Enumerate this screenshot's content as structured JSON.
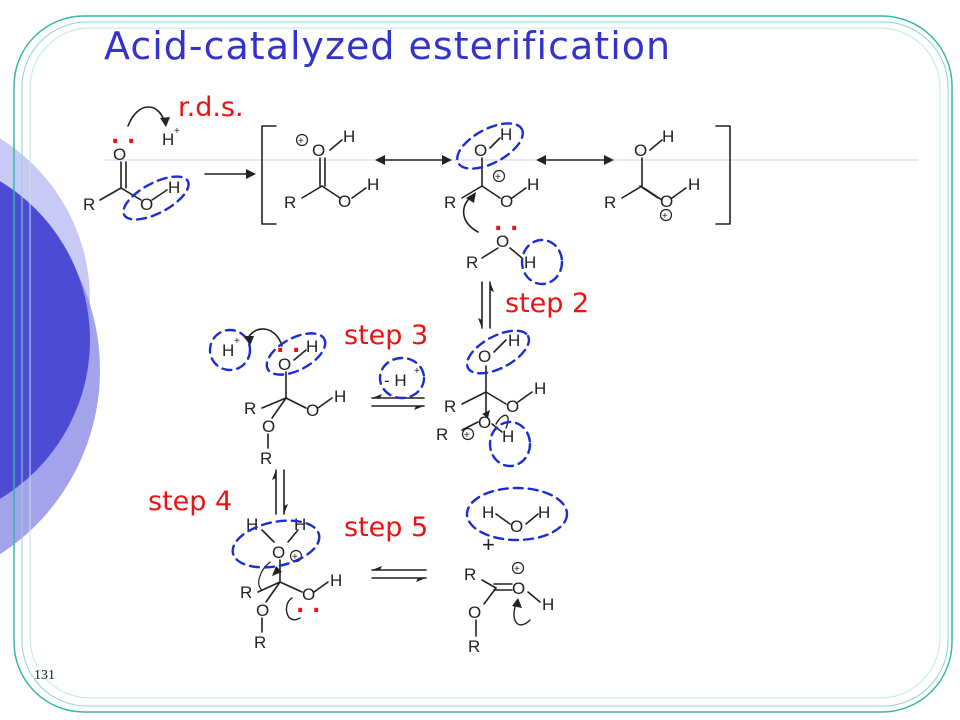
{
  "slide": {
    "title": "Acid-catalyzed esterification",
    "slide_number": "131",
    "colors": {
      "title": "#3333cc",
      "labels": "#ee1111",
      "highlight": "#1a2ed0",
      "frame": "#38b7a6"
    }
  },
  "labels": {
    "rds": "r.d.s.",
    "step2": "step 2",
    "step3": "step 3",
    "step4": "step 4",
    "step5": "step 5",
    "lone_pair": ". .",
    "minus_h": "- H"
  },
  "atoms": {
    "R": "R",
    "O": "O",
    "H": "H",
    "plus_sign": "+"
  }
}
